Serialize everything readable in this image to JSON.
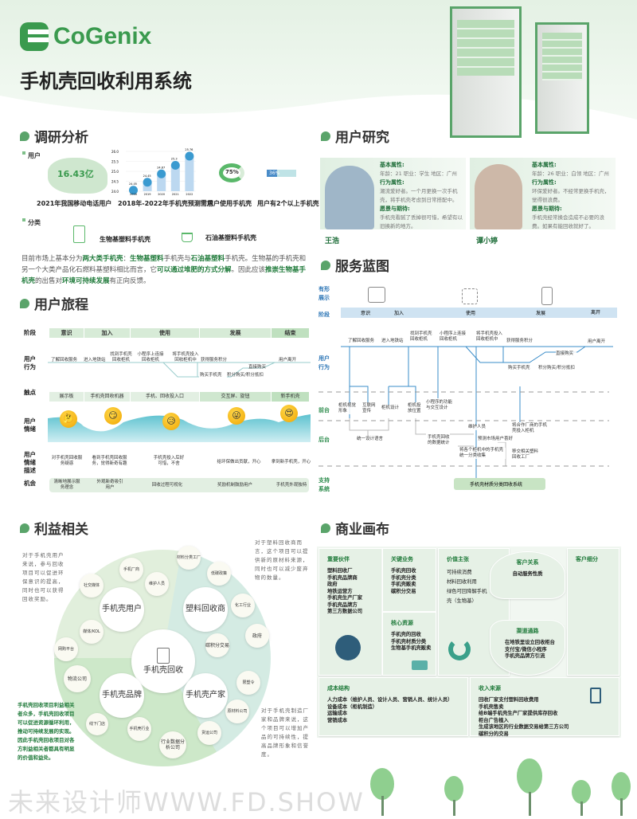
{
  "brand": {
    "logo": "CoGenix",
    "title": "手机壳回收利用系统"
  },
  "research": {
    "heading": "调研分析",
    "users_label": "用户",
    "map_value": "16.43亿",
    "map_caption": "2021年我国移动电话用户",
    "chart_caption": "2018年-2022年手机壳预测需求",
    "ring_value": "75%",
    "ring_caption": "用户使用手机壳",
    "bar_value": "36%",
    "bar_caption": "用户有2个以上手机壳",
    "bar_fraction": 0.36,
    "ring_fraction": 0.75,
    "category_label": "分类",
    "cat1": "生物基塑料手机壳",
    "cat2": "石油基塑料手机壳",
    "para": {
      "p1": "目前市场上基本分为",
      "b1": "两大类手机壳",
      "p2": "：",
      "b2": "生物基塑料",
      "p3": "手机壳与",
      "b3": "石油基塑料",
      "p4": "手机壳。生物基的手机壳和另一个大类产品化石燃料基塑料相比而言，它",
      "b4": "可以通过堆肥的方式分解",
      "p5": "。因此应该",
      "b5": "推崇生物基手机壳",
      "p6": "的出售对",
      "b6": "环境可持续发展",
      "p7": "有正向反馈。"
    }
  },
  "chart_data": {
    "type": "bar",
    "title": "2018年-2022年手机壳预测需求",
    "categories": [
      "2018",
      "2019",
      "2020",
      "2021",
      "2022"
    ],
    "values": [
      24.05,
      24.45,
      24.87,
      25.3,
      25.76
    ],
    "ylim": [
      24.0,
      26.0
    ],
    "yticks": [
      "24.0",
      "24.5",
      "25.0",
      "25.5",
      "26.0"
    ],
    "value_labels": [
      "24.05",
      "24.45",
      "24.87",
      "25.3",
      "25.76"
    ]
  },
  "user_research": {
    "heading": "用户研究",
    "personas": [
      {
        "name": "王浩",
        "k1": "基本属性:",
        "v1": "年龄：21  职业：学生  地区：广州",
        "k2": "行为属性:",
        "v2": "潮流爱好者。一个月更换一次手机壳，将手机壳考虑到日常搭配中。",
        "k3": "愿景与期待:",
        "v3": "手机壳看腻了丢掉很可惜，希望有以旧换新的地方。"
      },
      {
        "name": "谭小婷",
        "k1": "基本属性:",
        "v1": "年龄：26  职业：白领  地区：广州",
        "k2": "行为属性:",
        "v2": "环保爱好者。不经常更换手机壳，觉得很浪费。",
        "k3": "愿景与期待:",
        "v3": "手机壳经常换会造成不必要的浪费。如果有能回收就好了。"
      }
    ]
  },
  "journey": {
    "heading": "用户旅程",
    "rows": {
      "stage": "阶段",
      "behavior": "用户行为",
      "touch": "触点",
      "emotion": "用户情绪",
      "desc": "用户情绪描述",
      "chance": "机会"
    },
    "stages": [
      "意识",
      "加入",
      "使用",
      "发展",
      "结束"
    ],
    "actions": [
      "了解回收服务",
      "进入地铁站",
      "找到手机壳回收柜机",
      "小程序上连接回收柜机",
      "将手机壳投入回收柜机中",
      "获得服务积分",
      "用户离开",
      "购买手机壳",
      "积分购买/积分抵扣",
      "直接购买"
    ],
    "touchpoints": [
      "展示板",
      "手机壳回收机器",
      "手机、回收投入口",
      "交互屏、旋钮",
      "新手机壳"
    ],
    "descs": [
      "对手机壳回收服务疑惑",
      "看到手机壳回收服务，觉得新奇有趣",
      "手机壳投入后好可惜，不舍",
      "给环保做出贡献，开心",
      "拿到新手机壳，开心"
    ],
    "chances": [
      "清晰地展示服务理念",
      "外观新奇吸引用户",
      "回收过程可视化",
      "奖励机制鼓励用户",
      "手机壳外观独特"
    ],
    "emojis": [
      "🤔",
      "😏",
      "😥",
      "😜",
      "😍"
    ]
  },
  "blueprint": {
    "heading": "服务蓝图",
    "rows": {
      "evidence": "有形展示",
      "stage": "阶段",
      "user": "用户行为",
      "front": "前台",
      "back": "后台",
      "support": "支持系统"
    },
    "stages": [
      "意识",
      "加入",
      "使用",
      "发展",
      "离开"
    ],
    "actions": [
      "了解回收服务",
      "进入地铁站",
      "找到手机壳回收柜机",
      "小程序上连接回收柜机",
      "将手机壳投入回收柜机中",
      "获得服务积分",
      "用户离开",
      "购买手机壳",
      "积分购买/积分抵扣",
      "直接购买"
    ],
    "front": [
      "柜机视觉形象",
      "互联网宣传",
      "柜机设计",
      "柜机投放位置",
      "小程序的功能与交互设计"
    ],
    "back": [
      "统一设计语言",
      "手机壳回收的数据统计",
      "维护人员",
      "将合作厂商的手机壳投入柜机",
      "预测市场用户喜好",
      "将各个柜机中的手机壳统一分类收集",
      "移交相关塑料回收工厂"
    ],
    "support": "手机壳材质分类回收系统"
  },
  "stakeholders": {
    "heading": "利益相关",
    "center": "手机壳回收",
    "groups": [
      "手机壳用户",
      "塑料回收商",
      "手机壳品牌",
      "手机壳产家"
    ],
    "small": [
      "手机厂商",
      "维护人员",
      "社交媒体",
      "媒体/KOL",
      "网购平台",
      "物流公司",
      "材料分类工厂",
      "低碳政策",
      "化工行业",
      "政府",
      "碳积分交易",
      "限塑令",
      "原材料公司",
      "货运公司",
      "行业数据分析公司",
      "手机壳行业",
      "线下门店"
    ],
    "note_user": "对于手机壳用户来说，参与回收项目可以促进环保意识的提高，同时也可以获得回收奖励。",
    "note_recycler": "对于塑料回收商而言，这个项目可以提供新的原材料来源，同时也可以减少废弃物的数量。",
    "note_maker": "对于手机壳制造厂家和品牌来说，这个项目可以增加产品的可持续性，提高品牌形象和信誉度。",
    "summary": "手机壳回收项目利益相关者众多，手机壳回收项目可以促进资源循环利用，推动可持续发展的实现。因此手机壳回收项目对各方利益相关者都具有明显的价值和益处。"
  },
  "canvas": {
    "heading": "商业画布",
    "partners": {
      "title": "重要伙伴",
      "items": [
        "塑料回收厂",
        "手机壳品牌商",
        "政府",
        "地铁运营方",
        "手机壳生产厂家",
        "手机壳品牌方",
        "第三方数据公司"
      ]
    },
    "activities": {
      "title": "关键业务",
      "items": [
        "手机壳回收",
        "手机壳分类",
        "手机壳贩卖",
        "碳积分交易"
      ]
    },
    "resources": {
      "title": "核心资源",
      "items": [
        "手机壳的回收",
        "手机壳材质分类",
        "生物基手机壳贩卖"
      ]
    },
    "value": {
      "title": "价值主张",
      "items": [
        "可持续消费",
        "材料回收利用",
        "绿色可回降解手机壳（生物基）"
      ]
    },
    "relations": {
      "title": "客户关系",
      "items": [
        "自动服务性质"
      ]
    },
    "channels": {
      "title": "渠道通路",
      "items": [
        "在地铁里设立回收柜台",
        "支付宝/微信小程序",
        "手机壳品牌方引流"
      ]
    },
    "segments": {
      "title": "客户细分"
    },
    "cost": {
      "title": "成本结构",
      "items": [
        "人力成本（维护人员、设计人员、营销人员、统计人员）",
        "设备成本（柜机制造）",
        "运输成本",
        "营销成本"
      ]
    },
    "revenue": {
      "title": "收入来源",
      "items": [
        "回收厂家支付塑料回收费用",
        "手机壳售卖",
        "给B端手机壳生产厂家提供库存回收",
        "柜台广告植入",
        "生成该地区的行业数据交易给第三方公司",
        "碳积分的交易"
      ]
    }
  },
  "watermark": "未来设计师WWW.FD.SHOW",
  "colors": {
    "brand": "#3a9a4e",
    "blueprint": "#2a74b5",
    "light": "#e2efe2"
  }
}
